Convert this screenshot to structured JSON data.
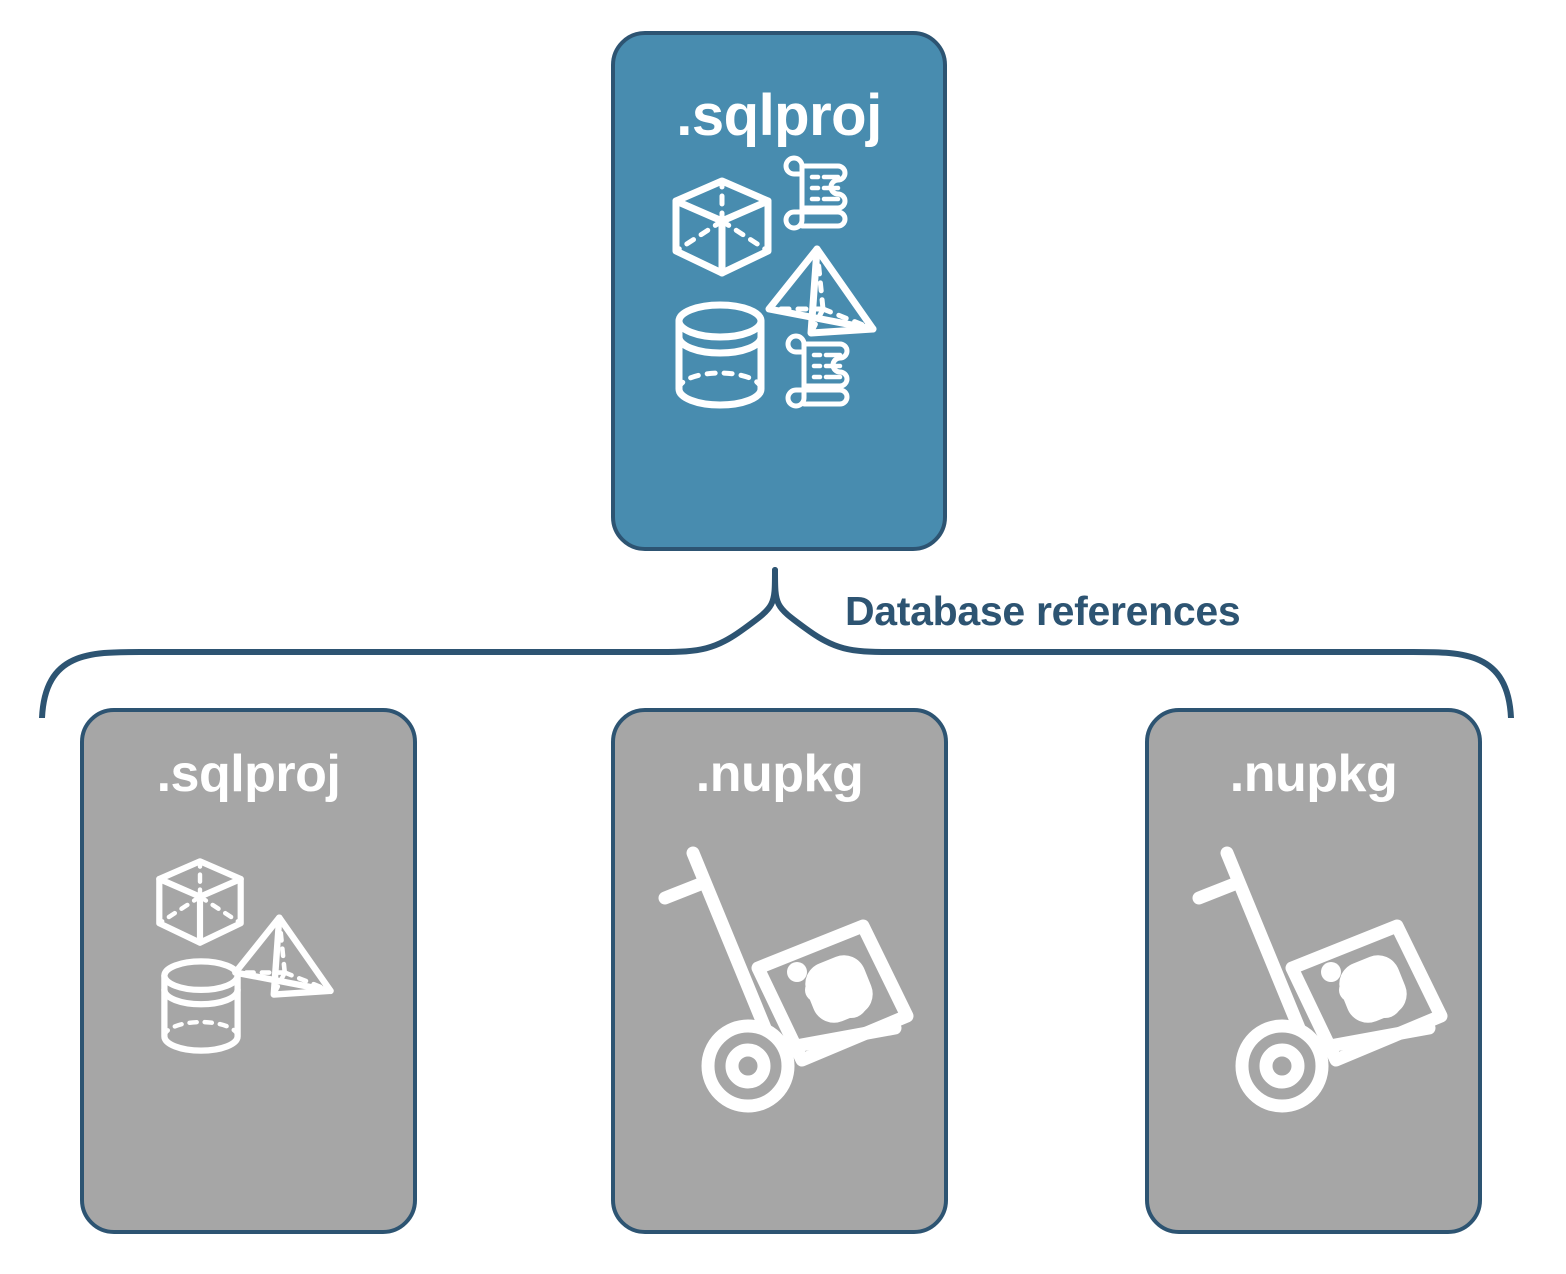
{
  "diagram": {
    "title": "Database references",
    "colors": {
      "primary_card": "#488caf",
      "secondary_card": "#a6a6a6",
      "outline": "#2d5472",
      "icon": "#ffffff",
      "background": "#ffffff"
    },
    "connector_label": "Database references"
  },
  "parent": {
    "label": ".sqlproj",
    "kind": "sqlproj",
    "icons": [
      "cube-icon",
      "scroll-icon",
      "pyramid-icon",
      "cylinder-icon",
      "scroll-icon"
    ]
  },
  "references": [
    {
      "label": ".sqlproj",
      "kind": "sqlproj",
      "icons": [
        "cube-icon",
        "pyramid-icon",
        "cylinder-icon"
      ]
    },
    {
      "label": ".nupkg",
      "kind": "nupkg",
      "icons": [
        "hand-truck-package-icon"
      ]
    },
    {
      "label": ".nupkg",
      "kind": "nupkg",
      "icons": [
        "hand-truck-package-icon"
      ]
    }
  ]
}
